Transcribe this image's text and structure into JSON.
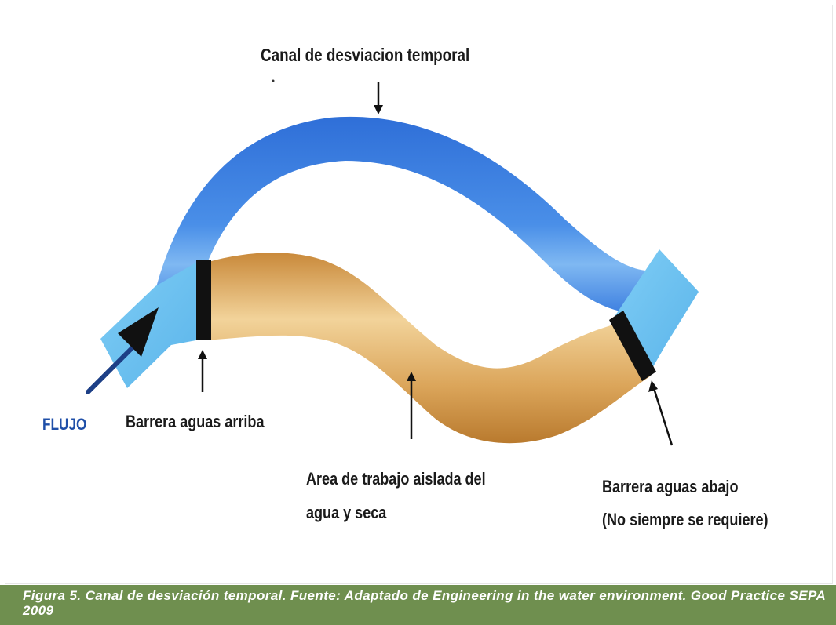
{
  "diagram": {
    "title": "Canal de desviacion temporal",
    "labels": {
      "flow": "FLUJO",
      "upstream_barrier": "Barrera aguas arriba",
      "work_area_line1": "Area de trabajo aislada del",
      "work_area_line2": "agua y seca",
      "downstream_barrier_line1": "Barrera aguas abajo",
      "downstream_barrier_line2": "(No siempre se requiere)"
    },
    "colors": {
      "channel_blue": "#3d7fe0",
      "water_light_blue": "#6fc2f0",
      "work_area_tan": "#d9a24d",
      "barrier_black": "#111111",
      "flow_arrow_navy": "#1d3f86",
      "caption_green": "#6f8f4f"
    }
  },
  "caption": {
    "text": "Figura 5. Canal de desviación temporal. Fuente: Adaptado de Engineering in the water environment. Good Practice SEPA 2009"
  }
}
